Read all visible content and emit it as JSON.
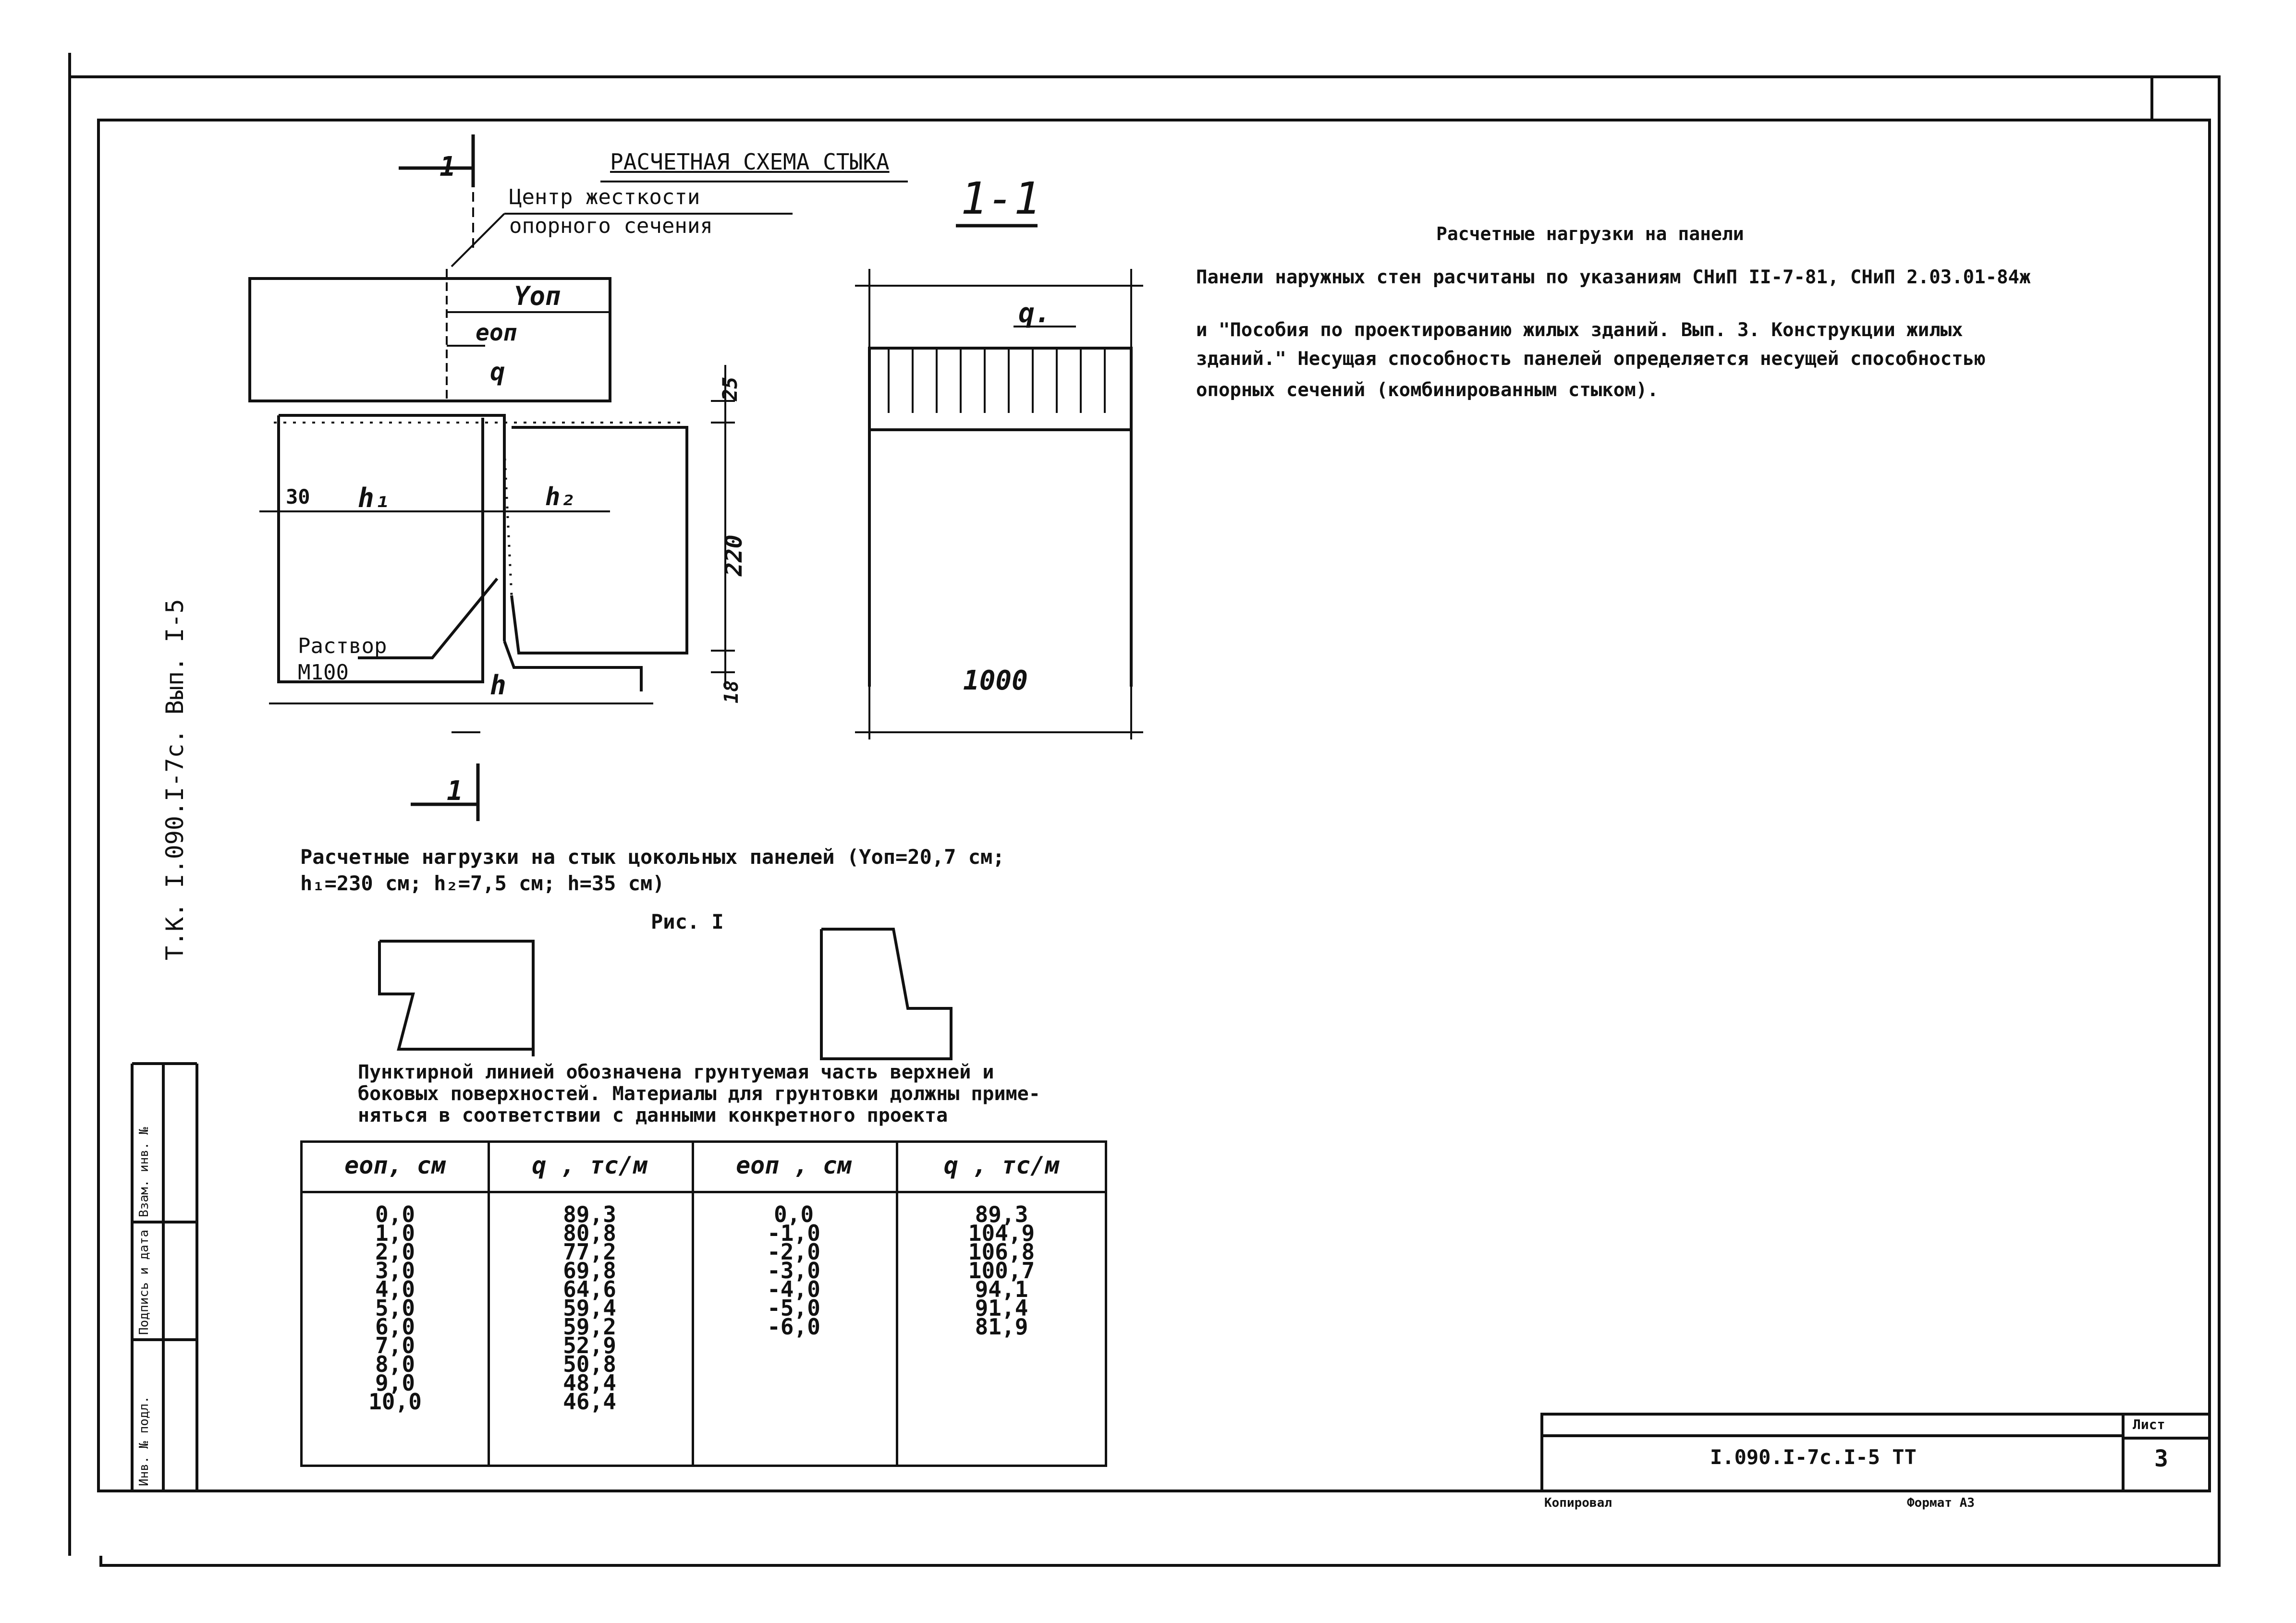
{
  "scheme": {
    "title": "РАСЧЕТНАЯ СХЕМА СТЫКА",
    "section_mark_top": "1",
    "section_mark_bottom": "1",
    "section_label": "1-1",
    "center_label_1": "Центр жесткости",
    "center_label_2": "опорного сечения",
    "y_on": "Yоп",
    "e_on": "eоп",
    "q": "q",
    "q_right": "q.",
    "h1": "h₁",
    "h2": "h₂",
    "h": "h",
    "dim_30": "30",
    "dim_25": "25",
    "dim_220": "220",
    "dim_18": "18",
    "dim_1000": "1000",
    "mortar_1": "Раствор",
    "mortar_2": "М100"
  },
  "loads": {
    "heading": "Расчетные нагрузки на панели",
    "paragraph": [
      "Панели наружных стен расчитаны по указаниям СНиП II-7-81, СНиП 2.03.01-84ж",
      "и \"Пособия по проектированию жилых зданий. Вып. 3. Конструкции жилых",
      "зданий.\" Несущая способность панелей определяется несущей способностью",
      "опорных сечений     (комбинированным стыком)."
    ]
  },
  "figure": {
    "caption_1": "Расчетные нагрузки на стык цокольных панелей (Yоп=20,7 см;",
    "caption_2": "h₁=230 см; h₂=7,5 см; h=35 см)",
    "fig_label": "Рис. I",
    "note_1": "Пунктирной линией обозначена грунтуемая часть верхней и",
    "note_2": "боковых поверхностей. Материалы для грунтовки должны приме-",
    "note_3": "няться в соответствии с данными конкретного проекта"
  },
  "table": {
    "headers": [
      "eоп, см",
      "q , тс/м",
      "eоп , см",
      "q , тс/м"
    ],
    "col1": [
      "0,0",
      "1,0",
      "2,0",
      "3,0",
      "4,0",
      "5,0",
      "6,0",
      "7,0",
      "8,0",
      "9,0",
      "10,0"
    ],
    "col2": [
      "89,3",
      "80,8",
      "77,2",
      "69,8",
      "64,6",
      "59,4",
      "59,2",
      "52,9",
      "50,8",
      "48,4",
      "46,4"
    ],
    "col3": [
      "0,0",
      "-1,0",
      "-2,0",
      "-3,0",
      "-4,0",
      "-5,0",
      "-6,0"
    ],
    "col4": [
      "89,3",
      "104,9",
      "106,8",
      "100,7",
      "94,1",
      "91,4",
      "81,9"
    ]
  },
  "side": {
    "doc_code": "Т.К. I.090.I-7с. Вып. I-5",
    "stamp_1": "Инв. № подл.",
    "stamp_2": "Подпись и дата",
    "stamp_3": "Взам. инв. №"
  },
  "title_block": {
    "code": "I.090.I-7с.I-5 ТТ",
    "sheet_label": "Лист",
    "sheet_no": "3",
    "copied": "Копировал",
    "format": "Формат А3"
  }
}
